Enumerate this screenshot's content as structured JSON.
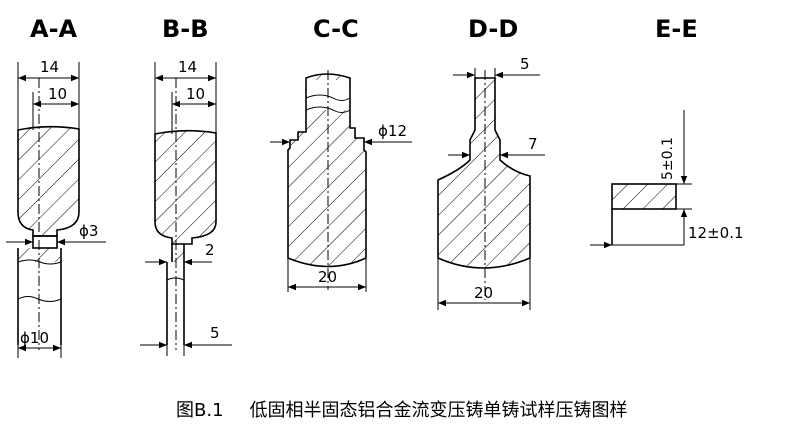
{
  "sections": {
    "aa": {
      "title": "A-A",
      "d14": "14",
      "d10": "10",
      "phi3": "ϕ3",
      "phi10": "ϕ10"
    },
    "bb": {
      "title": "B-B",
      "d14": "14",
      "d10": "10",
      "d2": "2",
      "d5": "5"
    },
    "cc": {
      "title": "C-C",
      "phi12": "ϕ12",
      "d20": "20"
    },
    "dd": {
      "title": "D-D",
      "d5": "5",
      "d7": "7",
      "d20": "20"
    },
    "ee": {
      "title": "E-E",
      "t5": "5±0.1",
      "t12": "12±0.1"
    }
  },
  "caption": {
    "number": "图B.1",
    "text": "低固相半固态铝合金流变压铸单铸试样压铸图样"
  }
}
